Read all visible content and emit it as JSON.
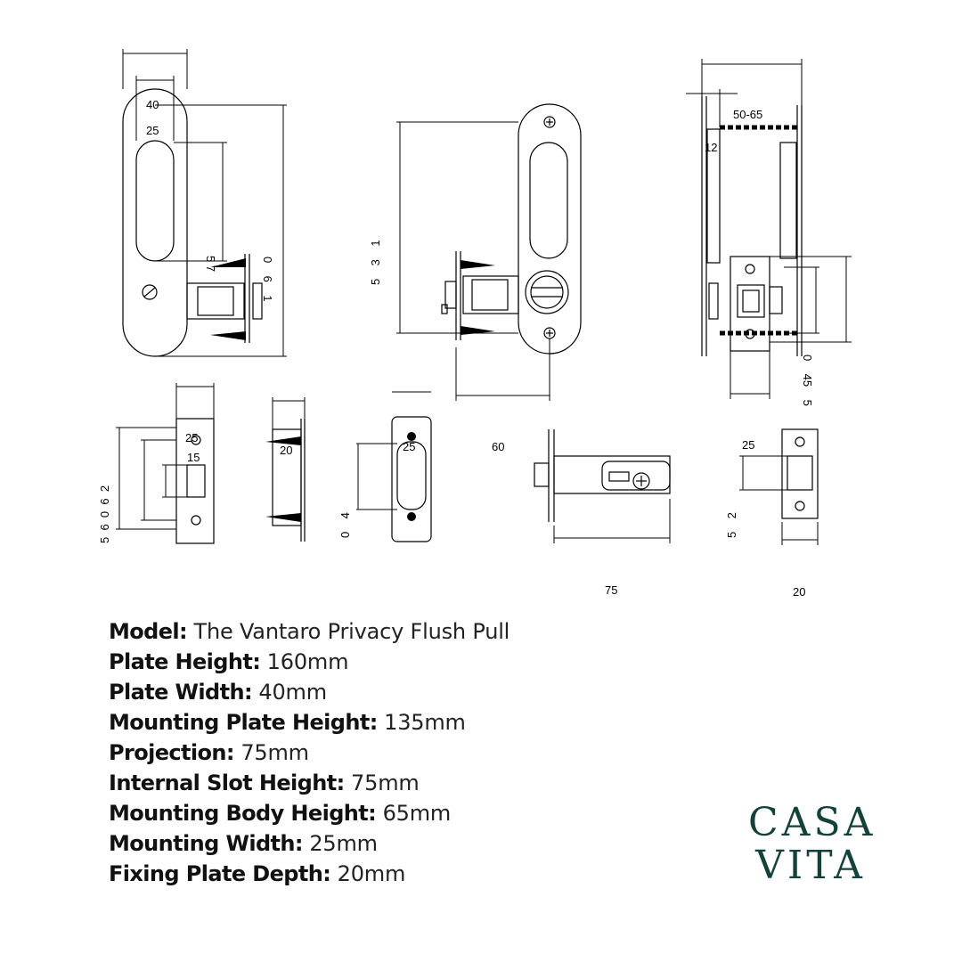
{
  "drawing": {
    "labels": {
      "front_width_40": "40",
      "front_slot_width_25": "25",
      "front_slot_height": "5 7",
      "front_plate_height": "0    6    1",
      "side_mount_height": "5    3    1",
      "door_thickness": "50-65",
      "door_edge_12": "12",
      "side_right_dims": "0    45    5",
      "latch_plate_25": "25",
      "latch_plate_15": "15",
      "latch_plate_vertical": "5  6  0  6  2",
      "latch_side_20": "20",
      "strike_25": "25",
      "strike_vertical": "0    4",
      "latch_body_60": "60",
      "latch_body_75": "75",
      "strike_small_25": "25",
      "strike_small_vertical": "5    2",
      "strike_small_20": "20"
    }
  },
  "specs": [
    {
      "label": "Model:",
      "value": " The Vantaro Privacy Flush Pull"
    },
    {
      "label": "Plate Height:",
      "value": " 160mm"
    },
    {
      "label": "Plate Width:",
      "value": " 40mm"
    },
    {
      "label": "Mounting Plate Height:",
      "value": " 135mm"
    },
    {
      "label": "Projection:",
      "value": " 75mm"
    },
    {
      "label": "Internal Slot Height:",
      "value": " 75mm"
    },
    {
      "label": "Mounting Body Height:",
      "value": " 65mm"
    },
    {
      "label": "Mounting Width:",
      "value": " 25mm"
    },
    {
      "label": "Fixing Plate Depth:",
      "value": " 20mm"
    }
  ],
  "logo": {
    "line1": "CASA",
    "line2": "VITA",
    "color": "#14423a"
  }
}
